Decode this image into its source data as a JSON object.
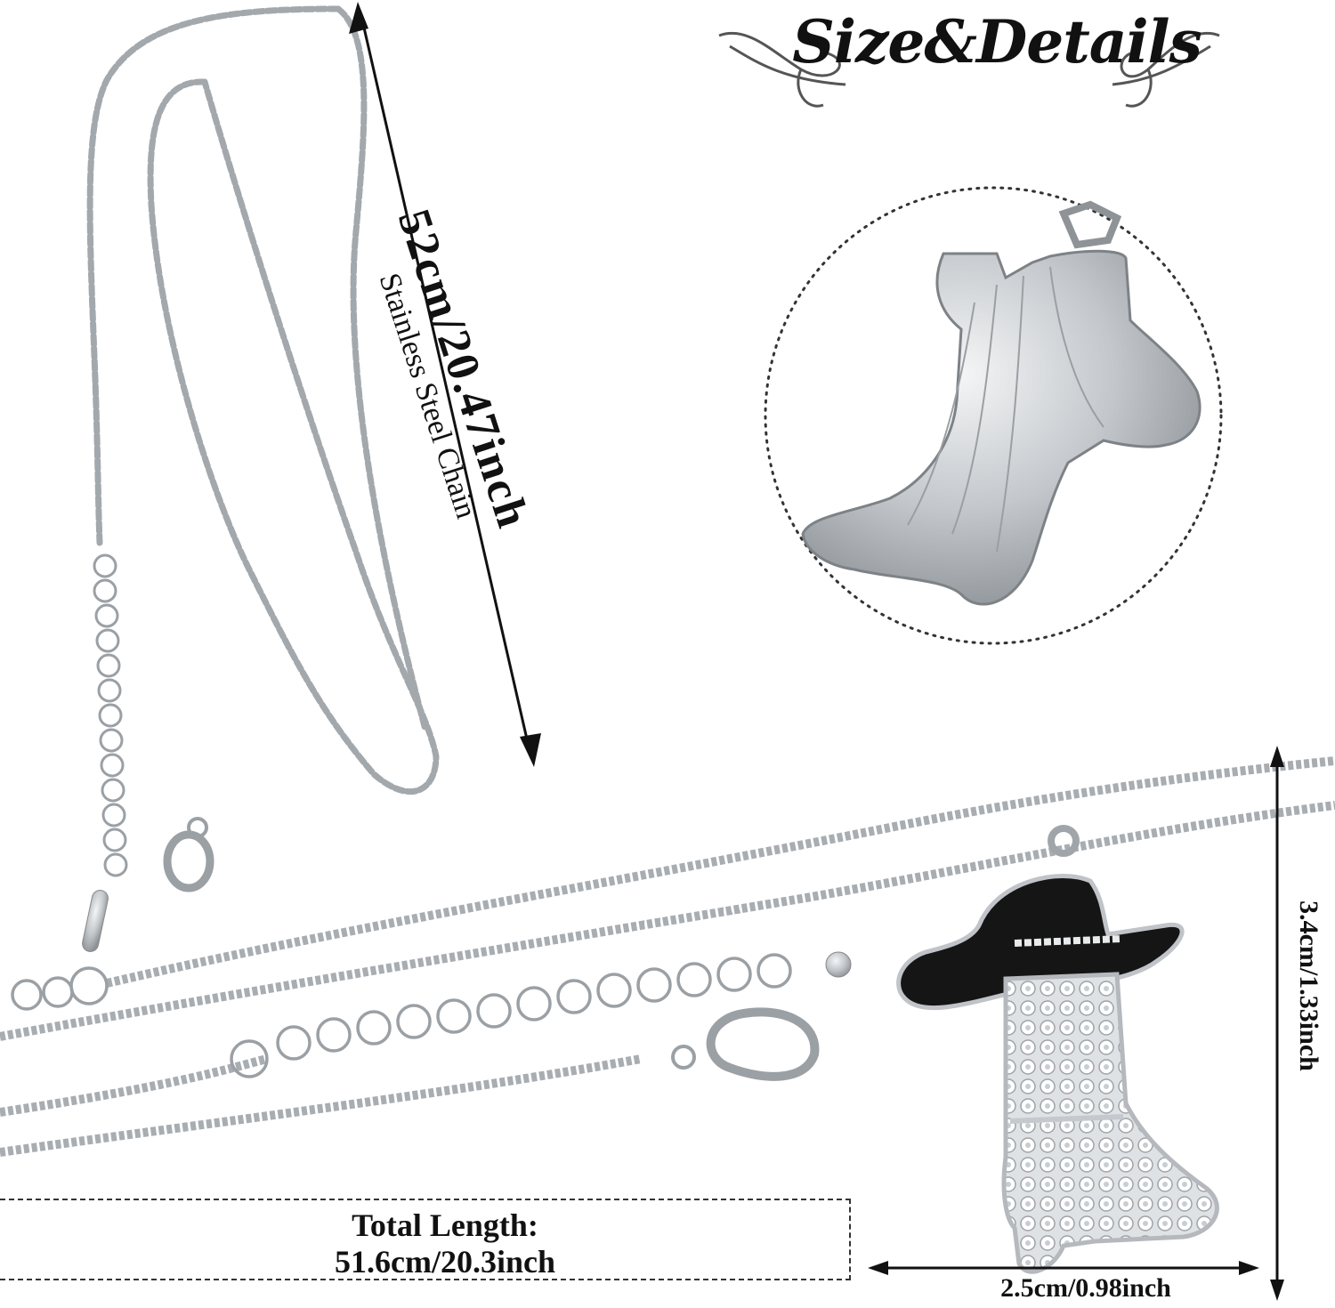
{
  "header": {
    "title": "Size&Details"
  },
  "chain_measure": {
    "length": "52cm/20.47inch",
    "material": "Stainless Steel Chain"
  },
  "pendant_measure": {
    "height": "3.4cm/1.33inch",
    "width": "2.5cm/0.98inch"
  },
  "total": {
    "label": "Total Length:",
    "value": "51.6cm/20.3inch"
  },
  "colors": {
    "text": "#111111",
    "metal": "#b8bcc0",
    "enamel": "#151515",
    "background": "#ffffff"
  },
  "icons": [
    "flourish-ornament",
    "dimension-arrow",
    "cowboy-boot-pendant",
    "chain",
    "lobster-clasp"
  ]
}
